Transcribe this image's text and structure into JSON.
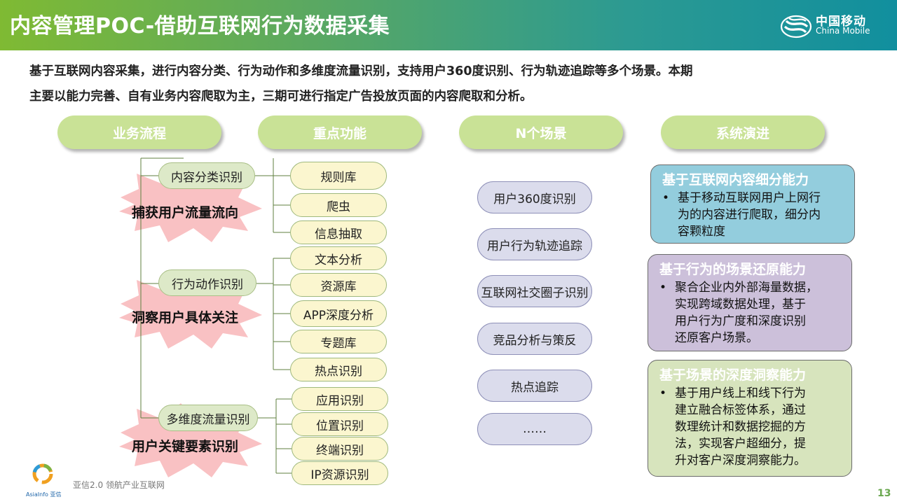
{
  "title": "内容管理POC-借助互联网行为数据采集",
  "brand": {
    "name_cn": "中国移动",
    "name_en": "China Mobile"
  },
  "intro": {
    "line1": "基于互联网内容采集，进行内容分类、行为动作和多维度流量识别，支持用户360度识别、行为轨迹追踪等多个场景。本期",
    "line2": "主要以能力完善、自有业务内容爬取为主，三期可进行指定广告投放页面的内容爬取和分析。"
  },
  "headers": [
    "业务流程",
    "重点功能",
    "N个场景",
    "系统演进"
  ],
  "process": [
    {
      "label": "内容分类识别",
      "burst": "捕获用户流量流向",
      "functions": [
        "规则库",
        "爬虫",
        "信息抽取"
      ]
    },
    {
      "label": "行为动作识别",
      "burst": "洞察用户具体关注",
      "functions": [
        "文本分析",
        "资源库",
        "APP深度分析",
        "专题库",
        "热点识别"
      ]
    },
    {
      "label": "多维度流量识别",
      "burst": "用户关键要素识别",
      "functions": [
        "应用识别",
        "位置识别",
        "终端识别",
        "IP资源识别"
      ]
    }
  ],
  "scenes": [
    "用户360度识别",
    "用户行为轨迹追踪",
    "互联网社交圈子识别",
    "竞品分析与策反",
    "热点追踪",
    "……"
  ],
  "evolution": [
    {
      "title": "基于互联网内容细分能力",
      "bullet": "•",
      "text": "基于移动互联网用户上网行\n为的内容进行爬取，细分内\n容颗粒度",
      "color": "#93cddd"
    },
    {
      "title": "基于行为的场景还原能力",
      "bullet": "•",
      "text": "聚合企业内外部海量数据，\n实现跨域数据处理，基于\n用户行为广度和深度识别\n还原客户场景。",
      "color": "#ccc0da"
    },
    {
      "title": "基于场景的深度洞察能力",
      "bullet": "•",
      "text": "基于用户线上和线下行为\n建立融合标签体系，通过\n数理统计和数据挖掘的方\n法，实现客户超细分，提\n升对客户深度洞察能力。",
      "color": "#d7e4bd"
    }
  ],
  "footer": {
    "brand_name": "AsiaInfo 亚信",
    "slogan": "亚信2.0  领航产业互联网",
    "page_number": "13"
  }
}
